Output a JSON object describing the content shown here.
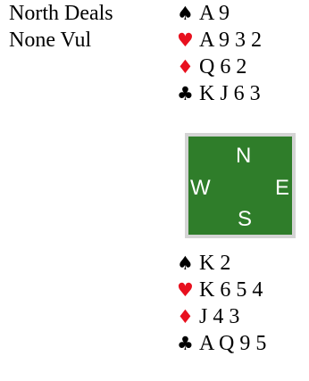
{
  "deal": {
    "dealer": "North Deals",
    "vulnerability": "None Vul"
  },
  "colors": {
    "red_suit": "#e8101e",
    "black_suit": "#000000",
    "compass_bg": "#2f7d2a",
    "compass_border": "#d4d4d4"
  },
  "north": {
    "spades": {
      "symbol": "♠",
      "cards": "A 9"
    },
    "hearts": {
      "symbol": "♥",
      "cards": "A 9 3 2"
    },
    "diamonds": {
      "symbol": "♦",
      "cards": "Q 6 2"
    },
    "clubs": {
      "symbol": "♣",
      "cards": "K J 6 3"
    }
  },
  "compass": {
    "n": "N",
    "w": "W",
    "e": "E",
    "s": "S"
  },
  "south": {
    "spades": {
      "symbol": "♠",
      "cards": "K 2"
    },
    "hearts": {
      "symbol": "♥",
      "cards": "K 6 5 4"
    },
    "diamonds": {
      "symbol": "♦",
      "cards": "J 4 3"
    },
    "clubs": {
      "symbol": "♣",
      "cards": "A Q 9 5"
    }
  }
}
